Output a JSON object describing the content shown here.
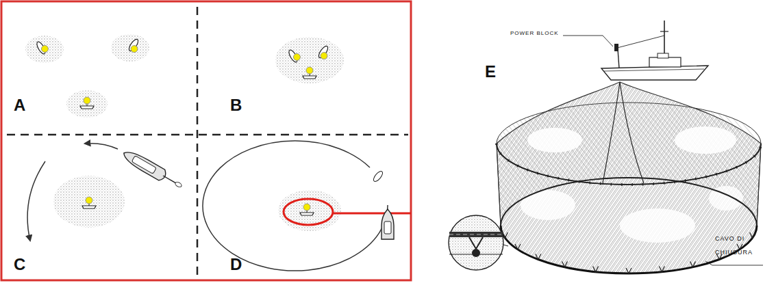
{
  "diagram": {
    "labels": [
      "A",
      "B",
      "C",
      "D",
      "E",
      "POWER BLOCK",
      "CAVO DI CHIUSURA"
    ]
  }
}
